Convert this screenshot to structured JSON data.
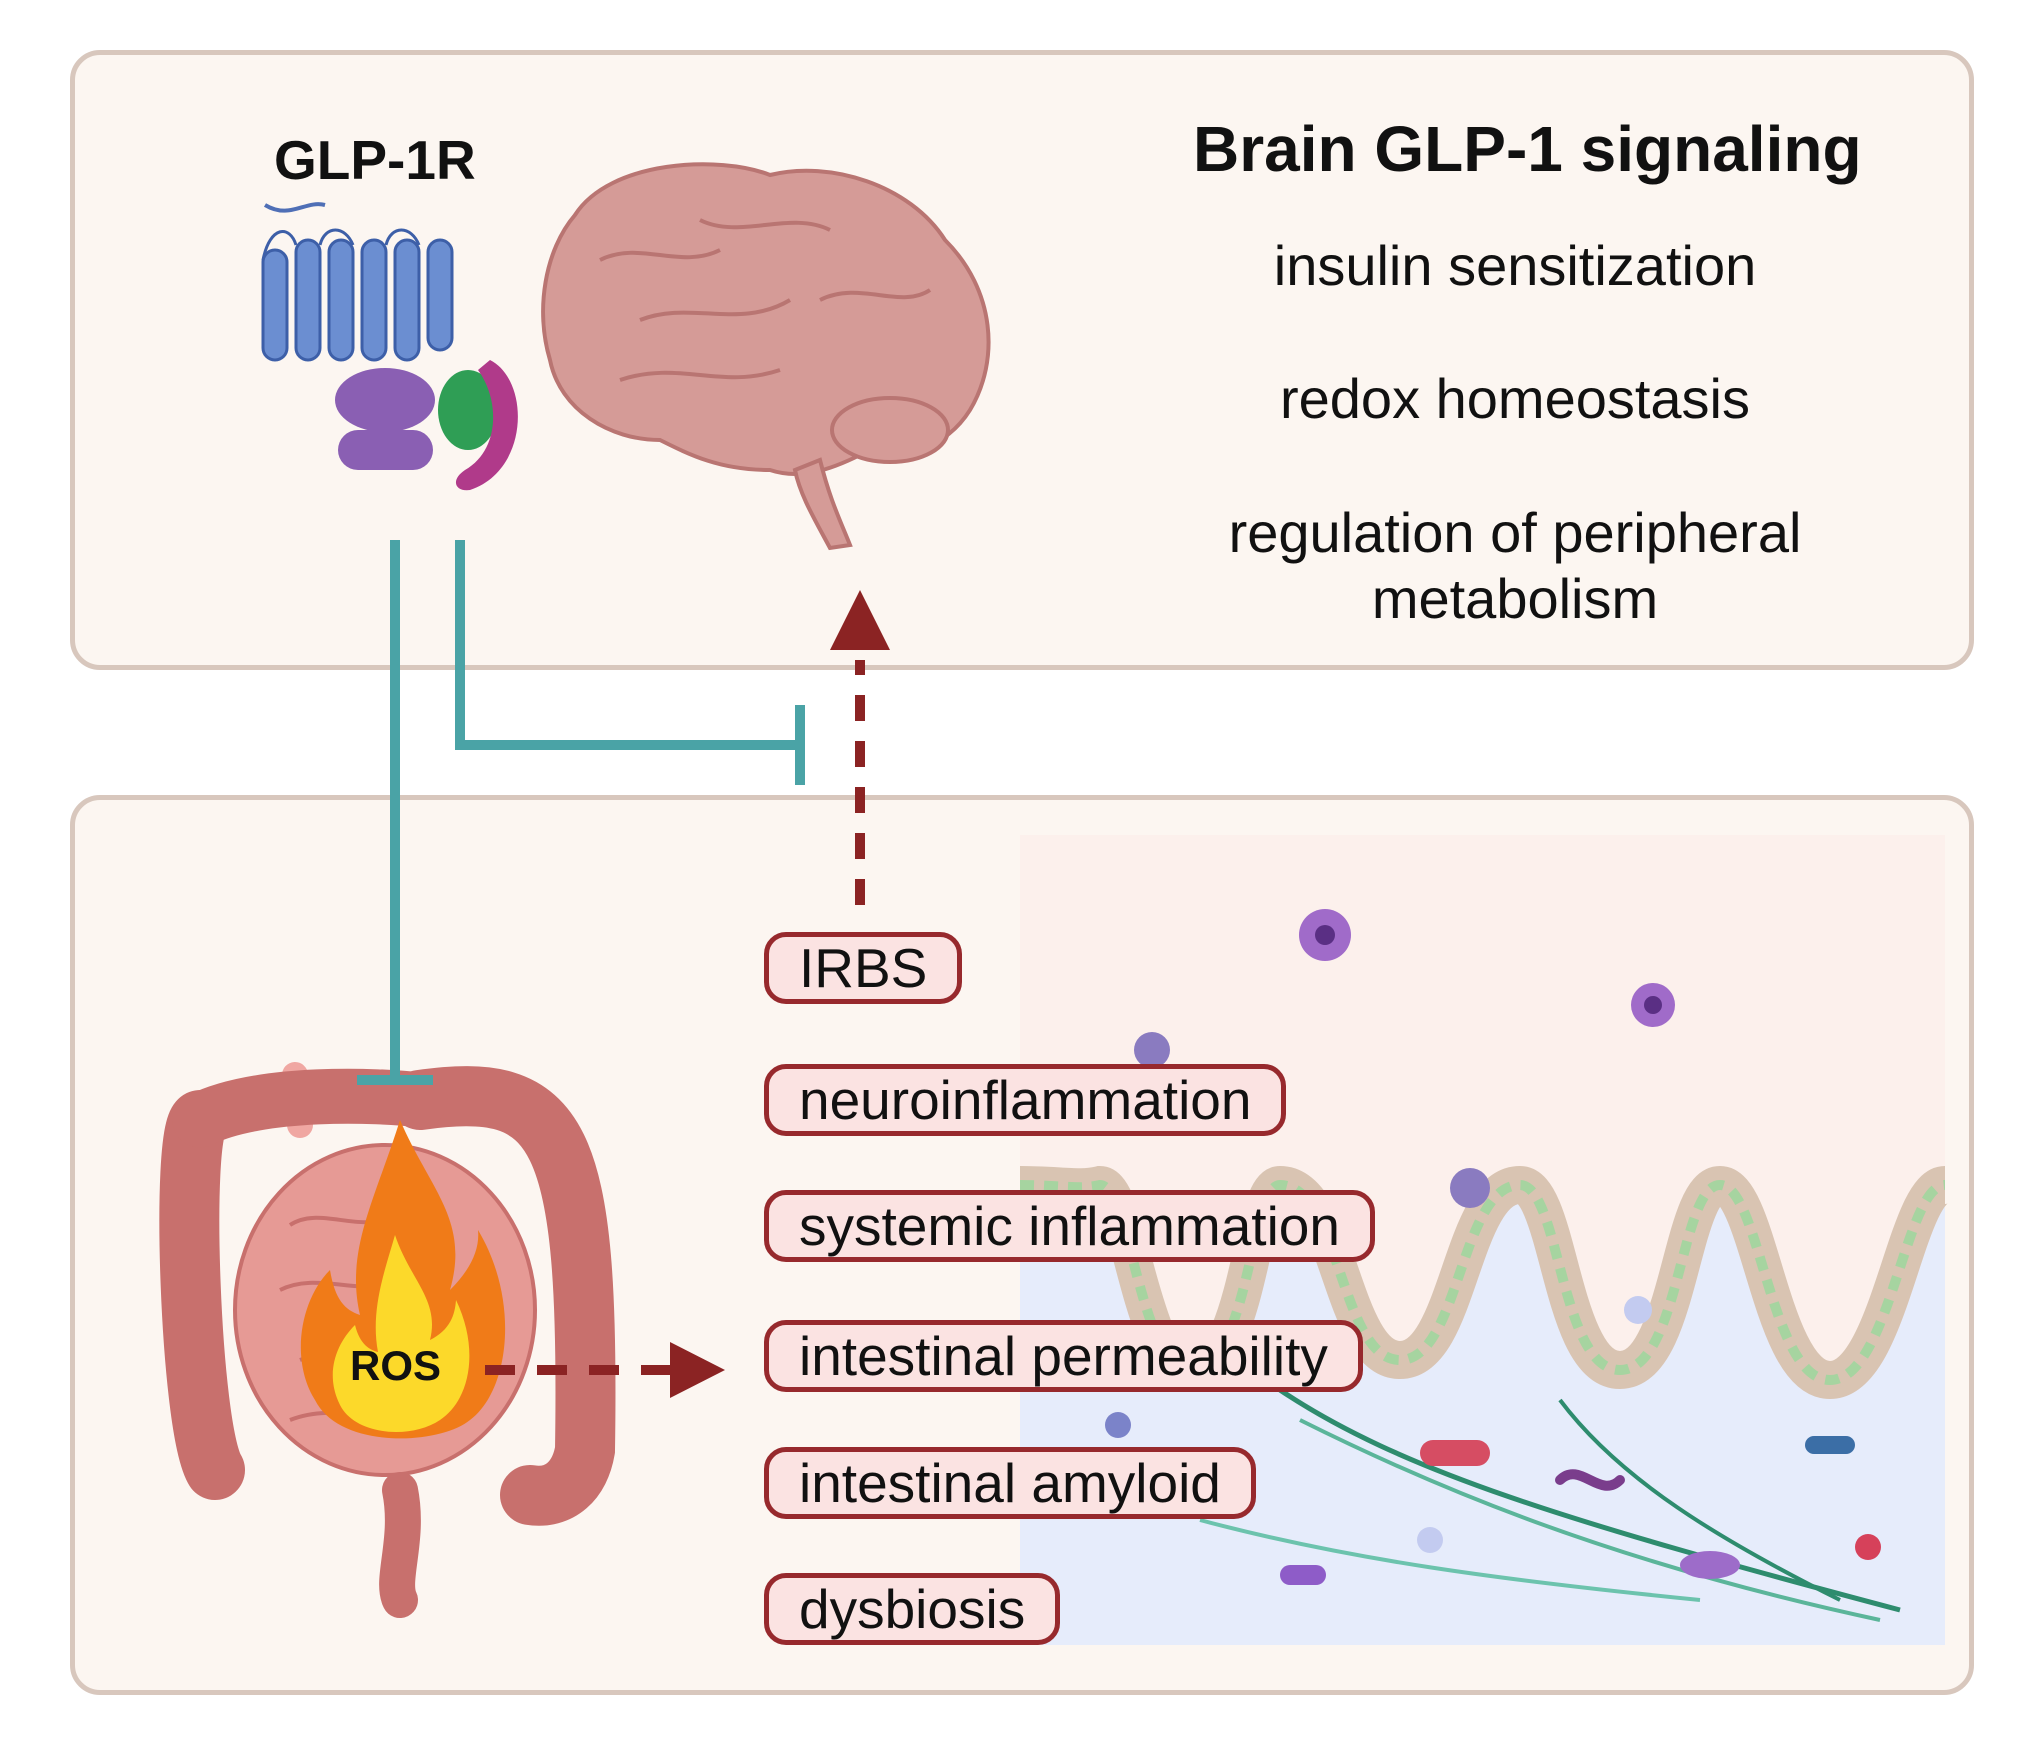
{
  "receptor_label": "GLP-1R",
  "brain": {
    "title": "Brain GLP-1 signaling",
    "effects": [
      "insulin sensitization",
      "redox homeostasis",
      "regulation of peripheral metabolism"
    ]
  },
  "gut": {
    "ros_label": "ROS",
    "outcomes": [
      "IRBS",
      "neuroinflammation",
      "systemic inflammation",
      "intestinal permeability",
      "intestinal amyloid",
      "dysbiosis"
    ]
  },
  "colors": {
    "inhibition": "#4aa3a6",
    "activation": "#8b2323",
    "panel_border": "#d8c7bd",
    "pill_border": "#97292d",
    "pill_fill": "#fbe3e2"
  }
}
